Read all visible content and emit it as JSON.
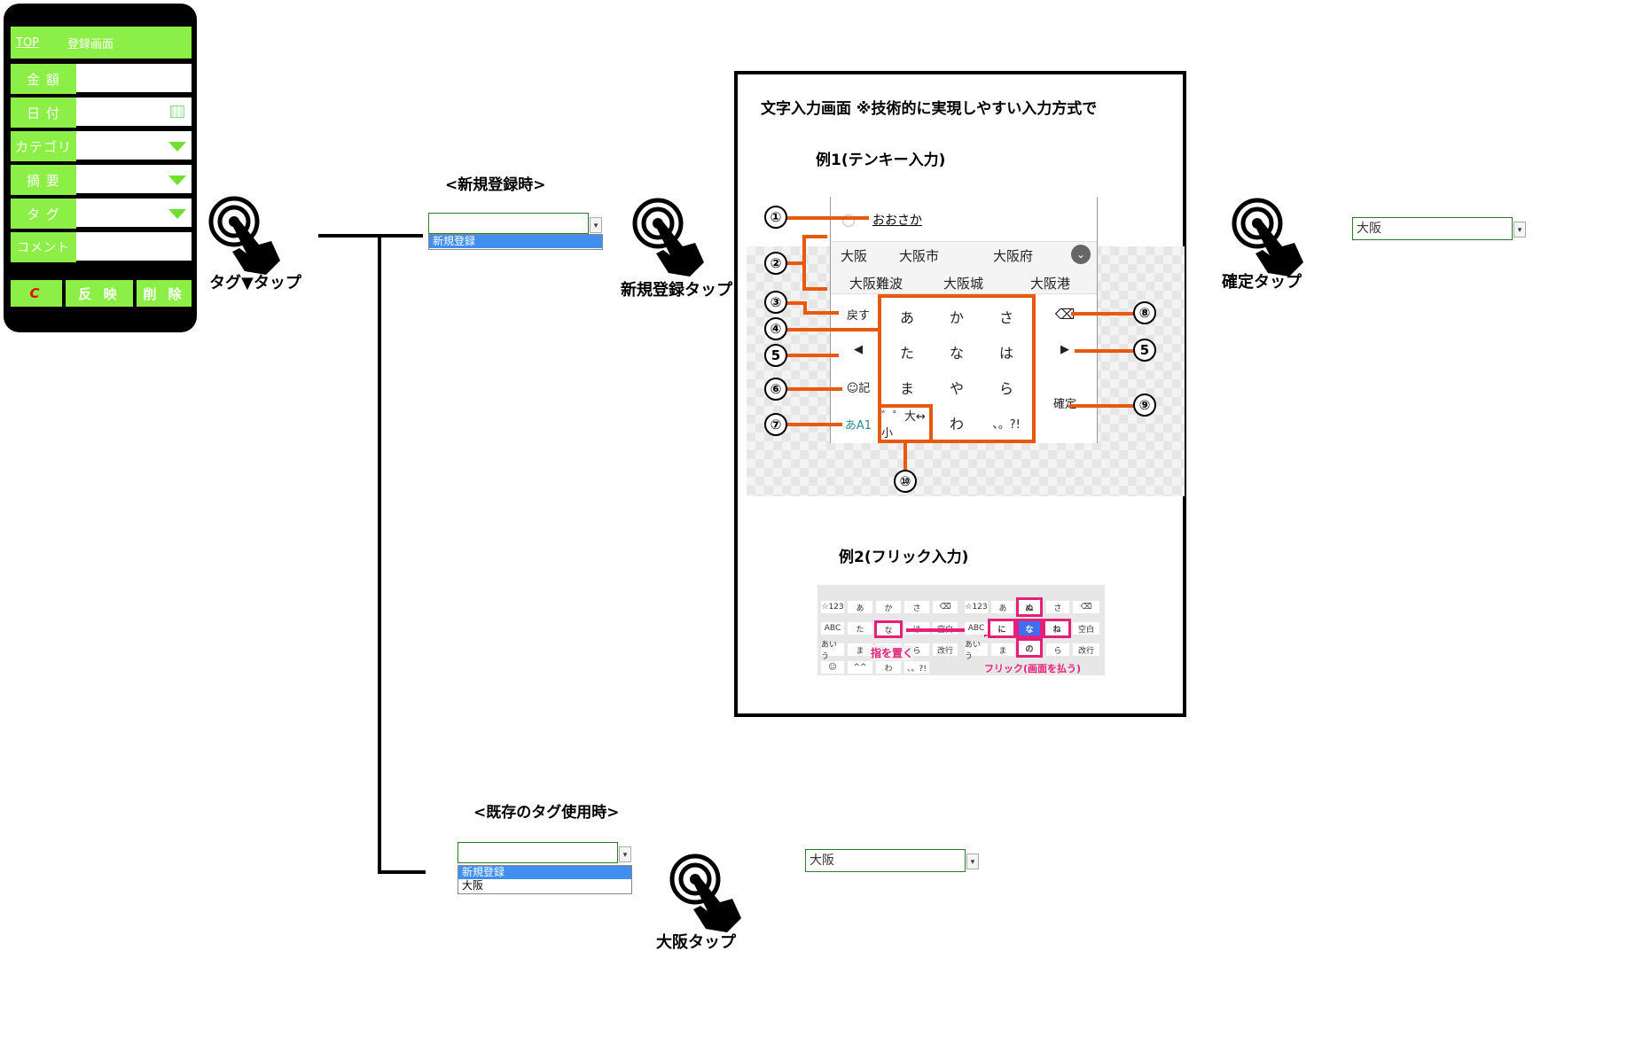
{
  "phone": {
    "top_link": "TOP",
    "screen_title": "登録画面",
    "fields": [
      {
        "label": "金 額"
      },
      {
        "label": "日 付"
      },
      {
        "label": "カテゴリ"
      },
      {
        "label": "摘 要"
      },
      {
        "label": "タ グ"
      },
      {
        "label": "コメント"
      }
    ],
    "buttons": {
      "clear": "C",
      "apply": "反 映",
      "delete": "削 除"
    }
  },
  "steps": {
    "tag_tap": "タグ▼タップ",
    "new_reg_heading": "<新規登録時>",
    "new_reg_tap": "新規登録タップ",
    "existing_heading": "<既存のタグ使用時>",
    "osaka_tap": "大阪タップ",
    "confirm_tap": "確定タップ"
  },
  "dropdowns": {
    "new_option": "新規登録",
    "osaka": "大阪"
  },
  "input_panel": {
    "title": "文字入力画面 ※技術的に実現しやすい入力方式で",
    "example1": "例1(テンキー入力)",
    "example2": "例2(フリック入力)",
    "typed_text": "おおさか",
    "candidates_row1": [
      "大阪",
      "大阪市",
      "大阪府"
    ],
    "candidates_row2": [
      "大阪難波",
      "大阪城",
      "大阪港"
    ],
    "left_keys": [
      "戻す",
      "◀",
      "☺記",
      "あA1"
    ],
    "kana_keys": [
      "あ",
      "か",
      "さ",
      "た",
      "な",
      "は",
      "ま",
      "や",
      "ら",
      "゛゜大↔小",
      "わ",
      "、。?!"
    ],
    "right_keys": [
      "⌫",
      "▶",
      "確定"
    ],
    "callouts": [
      "①",
      "②",
      "③",
      "④",
      "5",
      "⑥",
      "⑦",
      "⑧",
      "5",
      "⑨",
      "⑩"
    ]
  },
  "flick": {
    "left_keys": [
      "☆123",
      "あ",
      "か",
      "さ",
      "⌫",
      "ABC",
      "た",
      "な",
      "は",
      "空白",
      "あいう",
      "ま",
      "や",
      "ら",
      "改行",
      "☺",
      "^^",
      "わ",
      "、。?!"
    ],
    "right_keys": [
      "☆123",
      "あ",
      "ぬ",
      "さ",
      "⌫",
      "ABC",
      "に",
      "な",
      "ね",
      "空白",
      "あいう",
      "ま",
      "の",
      "ら",
      "改行"
    ],
    "note_place": "指を置く",
    "note_flick": "フリック(画面を払う)"
  },
  "colors": {
    "phone_green": "#8bef45",
    "callout_orange": "#e8590c",
    "flick_pink": "#e6207a",
    "select_blue": "#3f8ef0"
  }
}
